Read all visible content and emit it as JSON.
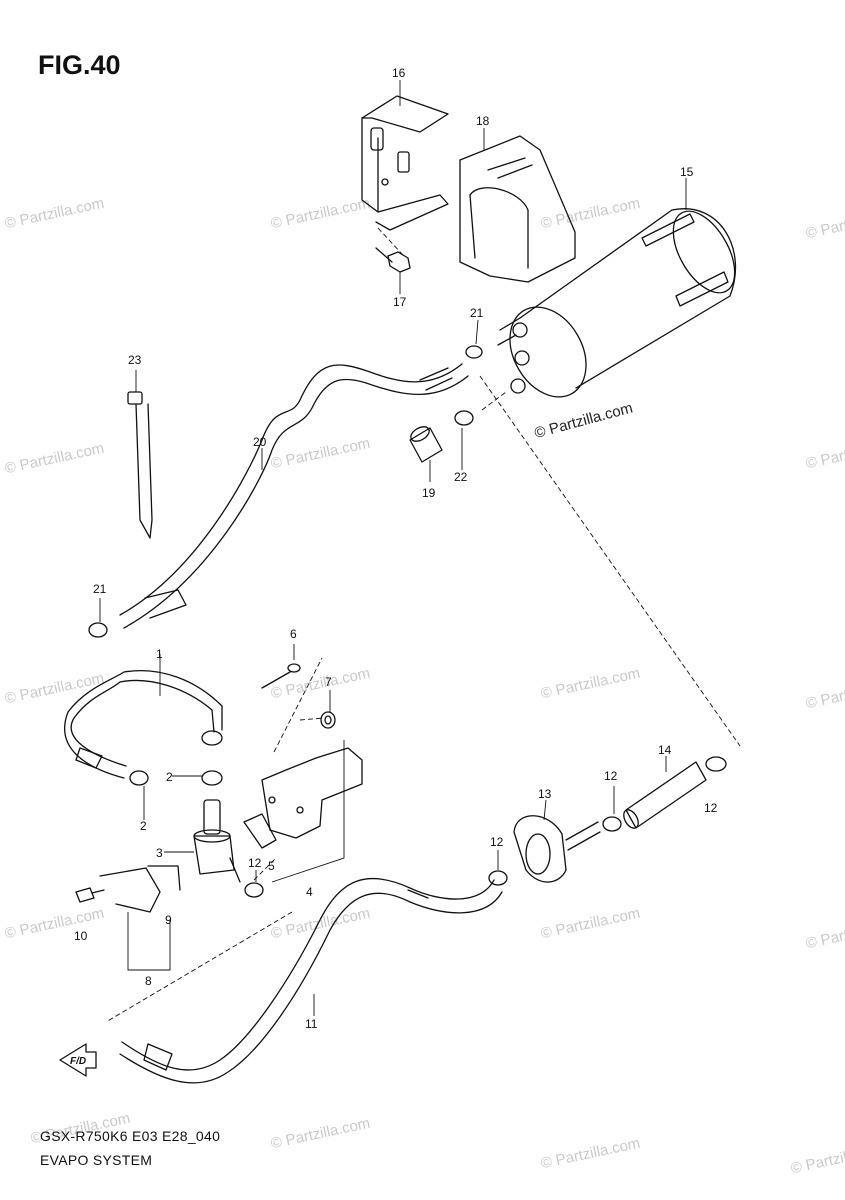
{
  "figure": {
    "title": "FIG.40"
  },
  "footer": {
    "model_code": "GSX-R750K6 E03 E28_040",
    "section_name": "EVAPO SYSTEM"
  },
  "watermark": {
    "text": "© Partzilla.com",
    "center_text": "© Partzilla.com"
  },
  "direction_arrow": {
    "label": "F/D"
  },
  "callouts": {
    "c1": "1",
    "c2a": "2",
    "c2b": "2",
    "c3": "3",
    "c4": "4",
    "c5": "5",
    "c6": "6",
    "c7": "7",
    "c8": "8",
    "c9": "9",
    "c10": "10",
    "c11": "11",
    "c12a": "12",
    "c12b": "12",
    "c12c": "12",
    "c12d": "12",
    "c13": "13",
    "c14": "14",
    "c15": "15",
    "c16": "16",
    "c17": "17",
    "c18": "18",
    "c19": "19",
    "c20": "20",
    "c21a": "21",
    "c21b": "21",
    "c22": "22",
    "c23": "23"
  }
}
